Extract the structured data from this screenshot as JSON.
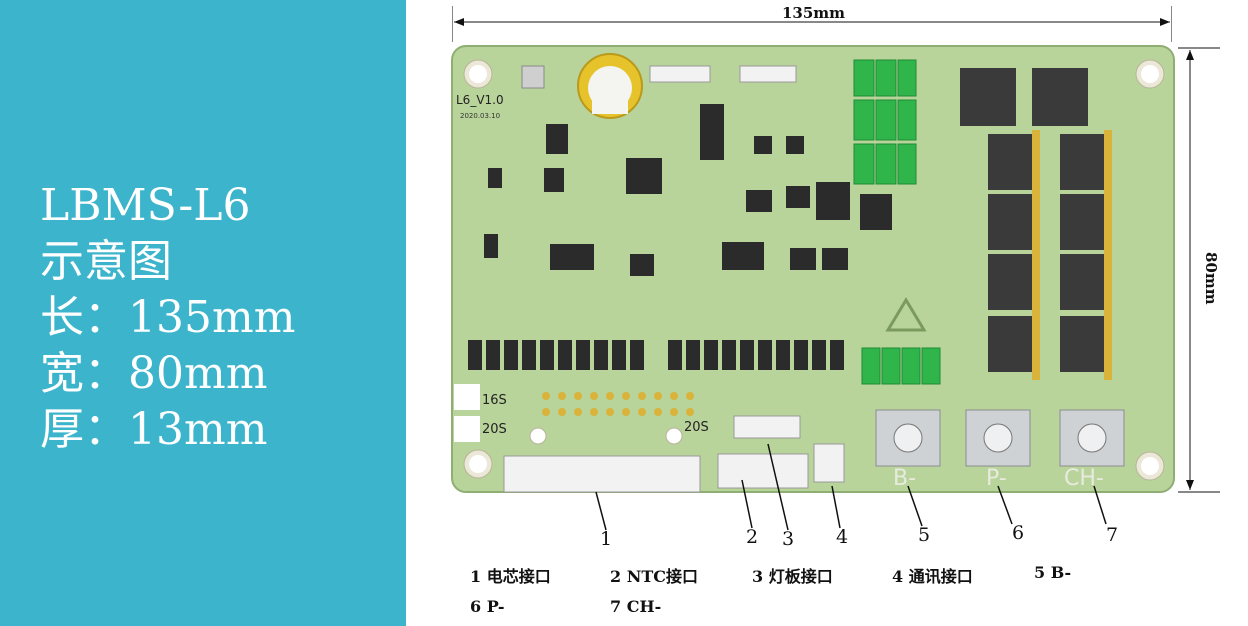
{
  "spec_panel": {
    "model": "LBMS-L6",
    "subtitle": "示意图",
    "length": "长：135mm",
    "width": "宽：80mm",
    "thickness": "厚：13mm"
  },
  "dimensions": {
    "top": "135mm",
    "right": "80mm"
  },
  "board_labels": {
    "version": "L6_V1.0",
    "date": "2020.03.10",
    "cell_16s": "16S",
    "cell_20s_left": "20S",
    "cell_20s_right": "20S",
    "b_minus": "B-",
    "p_minus": "P-",
    "ch_minus": "CH-"
  },
  "callout_numbers": [
    "1",
    "2",
    "3",
    "4",
    "5",
    "6",
    "7"
  ],
  "legend": [
    {
      "num": "1",
      "label": "电芯接口"
    },
    {
      "num": "2",
      "label": "NTC接口"
    },
    {
      "num": "3",
      "label": "灯板接口"
    },
    {
      "num": "4",
      "label": "通讯接口"
    },
    {
      "num": "5",
      "label": "B-"
    },
    {
      "num": "6",
      "label": "P-"
    },
    {
      "num": "7",
      "label": "CH-"
    }
  ],
  "colors": {
    "side_panel": "#3bb4cc",
    "pcb": "#b9d49a",
    "pad": "#d9b33a",
    "chip": "#2b2b2b",
    "green_block": "#2fb54a"
  }
}
